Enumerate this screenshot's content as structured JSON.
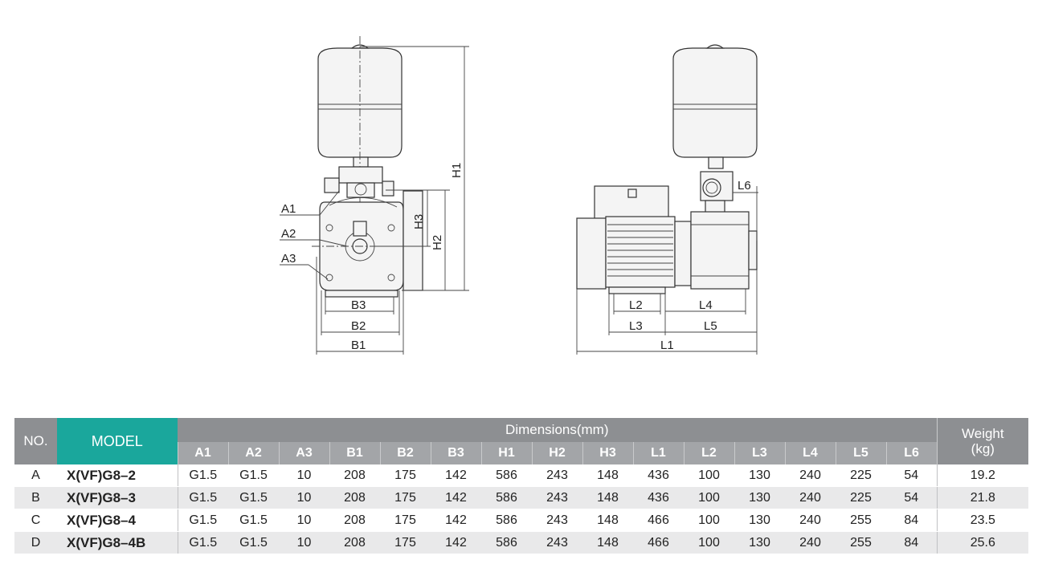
{
  "drawing": {
    "front_labels": {
      "a1": "A1",
      "a2": "A2",
      "a3": "A3",
      "b1": "B1",
      "b2": "B2",
      "b3": "B3",
      "h1": "H1",
      "h2": "H2",
      "h3": "H3"
    },
    "side_labels": {
      "l1": "L1",
      "l2": "L2",
      "l3": "L3",
      "l4": "L4",
      "l5": "L5",
      "l6": "L6"
    }
  },
  "table": {
    "no_header": "NO.",
    "model_header": "MODEL",
    "dimensions_header": "Dimensions(mm)",
    "weight_header_line1": "Weight",
    "weight_header_line2": "(kg)",
    "columns": [
      "A1",
      "A2",
      "A3",
      "B1",
      "B2",
      "B3",
      "H1",
      "H2",
      "H3",
      "L1",
      "L2",
      "L3",
      "L4",
      "L5",
      "L6"
    ],
    "rows": [
      {
        "no": "A",
        "model": "X(VF)G8–2",
        "vals": [
          "G1.5",
          "G1.5",
          "10",
          "208",
          "175",
          "142",
          "586",
          "243",
          "148",
          "436",
          "100",
          "130",
          "240",
          "225",
          "54"
        ],
        "weight": "19.2"
      },
      {
        "no": "B",
        "model": "X(VF)G8–3",
        "vals": [
          "G1.5",
          "G1.5",
          "10",
          "208",
          "175",
          "142",
          "586",
          "243",
          "148",
          "436",
          "100",
          "130",
          "240",
          "225",
          "54"
        ],
        "weight": "21.8"
      },
      {
        "no": "C",
        "model": "X(VF)G8–4",
        "vals": [
          "G1.5",
          "G1.5",
          "10",
          "208",
          "175",
          "142",
          "586",
          "243",
          "148",
          "466",
          "100",
          "130",
          "240",
          "255",
          "84"
        ],
        "weight": "23.5"
      },
      {
        "no": "D",
        "model": "X(VF)G8–4B",
        "vals": [
          "G1.5",
          "G1.5",
          "10",
          "208",
          "175",
          "142",
          "586",
          "243",
          "148",
          "466",
          "100",
          "130",
          "240",
          "255",
          "84"
        ],
        "weight": "25.6"
      }
    ]
  },
  "colors": {
    "header_gray": "#8d8f92",
    "header_teal": "#1aa79c",
    "row_alt": "#e9e9ea"
  }
}
